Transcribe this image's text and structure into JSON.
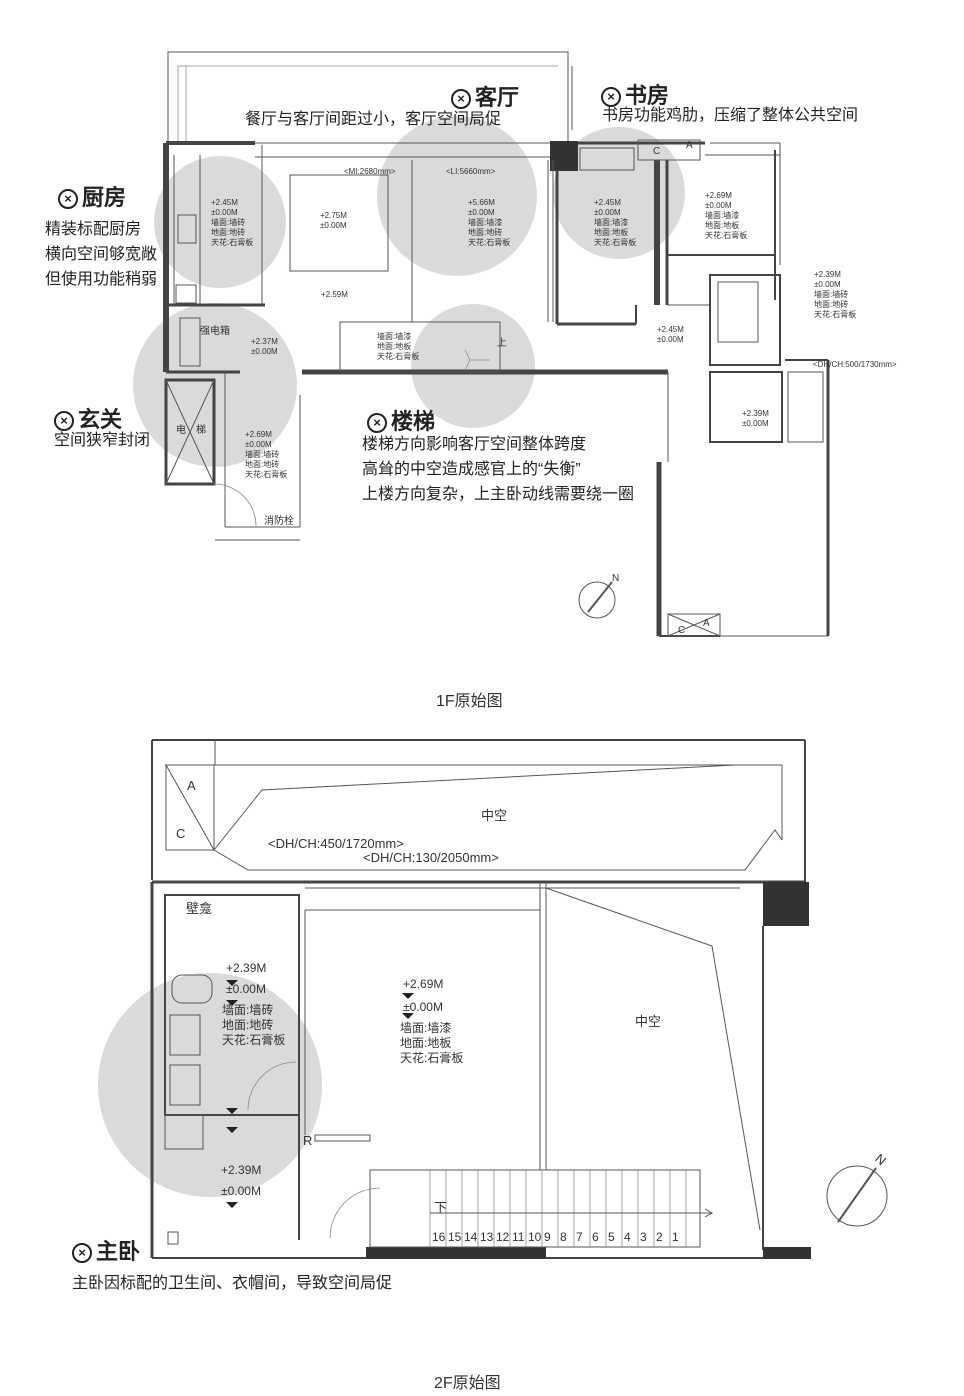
{
  "floor1": {
    "caption": "1F原始图",
    "notes": [
      {
        "title": "客厅",
        "lines": [
          "餐厅与客厅间距过小，客厅空间局促"
        ]
      },
      {
        "title": "书房",
        "lines": [
          "书房功能鸡肋，压缩了整体公共空间"
        ]
      },
      {
        "title": "厨房",
        "lines": [
          "精装标配厨房",
          "横向空间够宽敞",
          "但使用功能稍弱"
        ]
      },
      {
        "title": "玄关",
        "lines": [
          "空间狭窄封闭"
        ]
      },
      {
        "title": "楼梯",
        "lines": [
          "楼梯方向影响客厅空间整体跨度",
          "高耸的中空造成感官上的“失衡”",
          "上楼方向复杂，上主卧动线需要绕一圈"
        ]
      }
    ],
    "dims": [
      "<MI:2680mm>",
      "<LI:5660mm>",
      "<DH/CH:500/1730mm>"
    ],
    "levels": [
      {
        "lines": [
          "+2.45M",
          "±0.00M",
          "墙面:墙砖",
          "地面:地砖",
          "天花:石膏板"
        ]
      },
      {
        "lines": [
          "+2.75M",
          "±0.00M"
        ]
      },
      {
        "lines": [
          "+5.66M",
          "±0.00M",
          "墙面:墙漆",
          "地面:地砖",
          "天花:石膏板"
        ]
      },
      {
        "lines": [
          "+2.45M",
          "±0.00M",
          "墙面:墙漆",
          "地面:地板",
          "天花:石膏板"
        ]
      },
      {
        "lines": [
          "+2.69M",
          "±0.00M",
          "墙面:墙漆",
          "地面:地板",
          "天花:石膏板"
        ]
      },
      {
        "lines": [
          "+2.39M",
          "±0.00M",
          "墙面:墙砖",
          "地面:地砖",
          "天花:石膏板"
        ]
      },
      {
        "lines": [
          "+2.59M"
        ]
      },
      {
        "lines": [
          "+2.37M",
          "±0.00M"
        ]
      },
      {
        "lines": [
          "墙面:墙漆",
          "地面:地板",
          "天花:石膏板"
        ]
      },
      {
        "lines": [
          "+2.45M",
          "±0.00M"
        ]
      },
      {
        "lines": [
          "+2.39M",
          "±0.00M"
        ]
      },
      {
        "lines": [
          "+2.69M",
          "±0.00M",
          "墙面:墙砖",
          "地面:地砖",
          "天花:石膏板"
        ]
      }
    ],
    "tags": {
      "elec": "强电箱",
      "lift": "电",
      "lift2": "梯",
      "hydrant": "消防栓",
      "up": "上",
      "a": "A",
      "c": "C",
      "north": "N"
    }
  },
  "floor2": {
    "caption": "2F原始图",
    "note": {
      "title": "主卧",
      "lines": [
        "主卧因标配的卫生间、衣帽间，导致空间局促"
      ]
    },
    "dims": [
      "<DH/CH:450/1720mm>",
      "<DH/CH:130/2050mm>"
    ],
    "void1": "中空",
    "void2": "中空",
    "niche": "壁龛",
    "levels": [
      {
        "lines": [
          "+2.39M",
          "±0.00M",
          "墙面:墙砖",
          "地面:地砖",
          "天花:石膏板"
        ]
      },
      {
        "lines": [
          "+2.69M",
          "±0.00M",
          "墙面:墙漆",
          "地面:地板",
          "天花:石膏板"
        ]
      },
      {
        "lines": [
          "+2.39M",
          "±0.00M"
        ]
      }
    ],
    "stairs": [
      "16",
      "15",
      "14",
      "13",
      "12",
      "11",
      "10",
      "9",
      "8",
      "7",
      "6",
      "5",
      "4",
      "3",
      "2",
      "1"
    ],
    "down": "下",
    "r": "R",
    "a": "A",
    "c": "C",
    "north": "N"
  }
}
